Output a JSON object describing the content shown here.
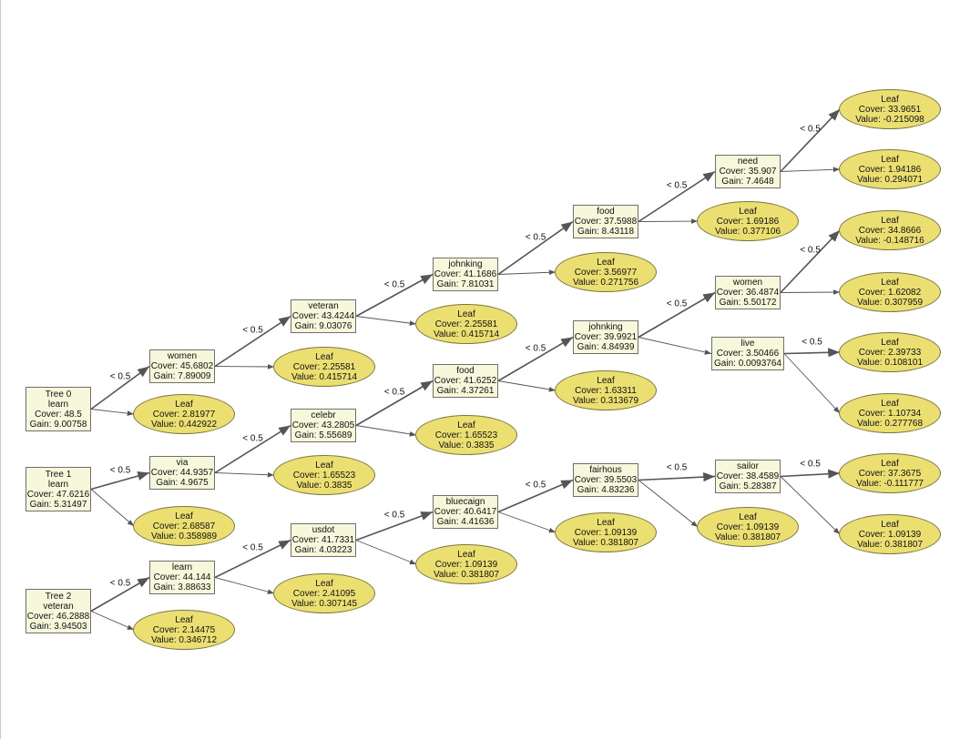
{
  "edge_label": "< 0.5",
  "nodes": {
    "t0": [
      "Tree 0",
      "learn",
      "Cover: 48.5",
      "Gain: 9.00758"
    ],
    "t0_women": [
      "women",
      "Cover: 45.6802",
      "Gain: 7.89009"
    ],
    "t0_leaf_a": [
      "Leaf",
      "Cover: 2.81977",
      "Value: 0.442922"
    ],
    "t0_veteran": [
      "veteran",
      "Cover: 43.4244",
      "Gain: 9.03076"
    ],
    "t0_leaf_b": [
      "Leaf",
      "Cover: 2.25581",
      "Value: 0.415714"
    ],
    "t0_johnking": [
      "johnking",
      "Cover: 41.1686",
      "Gain: 7.81031"
    ],
    "t0_leaf_c": [
      "Leaf",
      "Cover: 2.25581",
      "Value: 0.415714"
    ],
    "t0_food": [
      "food",
      "Cover: 37.5988",
      "Gain: 8.43118"
    ],
    "t0_leaf_d": [
      "Leaf",
      "Cover: 3.56977",
      "Value: 0.271756"
    ],
    "t0_need": [
      "need",
      "Cover: 35.907",
      "Gain: 7.4648"
    ],
    "t0_leaf_e": [
      "Leaf",
      "Cover: 1.69186",
      "Value: 0.377106"
    ],
    "t0_leaf_f": [
      "Leaf",
      "Cover: 33.9651",
      "Value: -0.215098"
    ],
    "t0_leaf_g": [
      "Leaf",
      "Cover: 1.94186",
      "Value: 0.294071"
    ],
    "t1": [
      "Tree 1",
      "learn",
      "Cover: 47.6216",
      "Gain: 5.31497"
    ],
    "t1_via": [
      "via",
      "Cover: 44.9357",
      "Gain: 4.9675"
    ],
    "t1_leaf_a": [
      "Leaf",
      "Cover: 2.68587",
      "Value: 0.358989"
    ],
    "t1_celebr": [
      "celebr",
      "Cover: 43.2805",
      "Gain: 5.55689"
    ],
    "t1_leaf_b": [
      "Leaf",
      "Cover: 1.65523",
      "Value: 0.3835"
    ],
    "t1_food": [
      "food",
      "Cover: 41.6252",
      "Gain: 4.37261"
    ],
    "t1_leaf_c": [
      "Leaf",
      "Cover: 1.65523",
      "Value: 0.3835"
    ],
    "t1_johnking": [
      "johnking",
      "Cover: 39.9921",
      "Gain: 4.84939"
    ],
    "t1_leaf_d": [
      "Leaf",
      "Cover: 1.63311",
      "Value: 0.313679"
    ],
    "t1_women": [
      "women",
      "Cover: 36.4874",
      "Gain: 5.50172"
    ],
    "t1_live": [
      "live",
      "Cover: 3.50466",
      "Gain: 0.0093764"
    ],
    "t1_leaf_e": [
      "Leaf",
      "Cover: 34.8666",
      "Value: -0.148716"
    ],
    "t1_leaf_f": [
      "Leaf",
      "Cover: 1.62082",
      "Value: 0.307959"
    ],
    "t1_leaf_g": [
      "Leaf",
      "Cover: 2.39733",
      "Value: 0.108101"
    ],
    "t1_leaf_h": [
      "Leaf",
      "Cover: 1.10734",
      "Value: 0.277768"
    ],
    "t2": [
      "Tree 2",
      "veteran",
      "Cover: 46.2888",
      "Gain: 3.94503"
    ],
    "t2_learn": [
      "learn",
      "Cover: 44.144",
      "Gain: 3.88633"
    ],
    "t2_leaf_a": [
      "Leaf",
      "Cover: 2.14475",
      "Value: 0.346712"
    ],
    "t2_usdot": [
      "usdot",
      "Cover: 41.7331",
      "Gain: 4.03223"
    ],
    "t2_leaf_b": [
      "Leaf",
      "Cover: 2.41095",
      "Value: 0.307145"
    ],
    "t2_bluecaign": [
      "bluecaign",
      "Cover: 40.6417",
      "Gain: 4.41636"
    ],
    "t2_leaf_c": [
      "Leaf",
      "Cover: 1.09139",
      "Value: 0.381807"
    ],
    "t2_fairhous": [
      "fairhous",
      "Cover: 39.5503",
      "Gain: 4.83236"
    ],
    "t2_leaf_d": [
      "Leaf",
      "Cover: 1.09139",
      "Value: 0.381807"
    ],
    "t2_sailor": [
      "sailor",
      "Cover: 38.4589",
      "Gain: 5.28387"
    ],
    "t2_leaf_e": [
      "Leaf",
      "Cover: 1.09139",
      "Value: 0.381807"
    ],
    "t2_leaf_f": [
      "Leaf",
      "Cover: 37.3675",
      "Value: -0.111777"
    ],
    "t2_leaf_g": [
      "Leaf",
      "Cover: 1.09139",
      "Value: 0.381807"
    ]
  },
  "edges": [
    [
      "t0",
      "t0_women",
      true
    ],
    [
      "t0",
      "t0_leaf_a",
      false
    ],
    [
      "t0_women",
      "t0_veteran",
      true
    ],
    [
      "t0_women",
      "t0_leaf_b",
      false
    ],
    [
      "t0_veteran",
      "t0_johnking",
      true
    ],
    [
      "t0_veteran",
      "t0_leaf_c",
      false
    ],
    [
      "t0_johnking",
      "t0_food",
      true
    ],
    [
      "t0_johnking",
      "t0_leaf_d",
      false
    ],
    [
      "t0_food",
      "t0_need",
      true
    ],
    [
      "t0_food",
      "t0_leaf_e",
      false
    ],
    [
      "t0_need",
      "t0_leaf_f",
      true
    ],
    [
      "t0_need",
      "t0_leaf_g",
      false
    ],
    [
      "t1",
      "t1_via",
      true
    ],
    [
      "t1",
      "t1_leaf_a",
      false
    ],
    [
      "t1_via",
      "t1_celebr",
      true
    ],
    [
      "t1_via",
      "t1_leaf_b",
      false
    ],
    [
      "t1_celebr",
      "t1_food",
      true
    ],
    [
      "t1_celebr",
      "t1_leaf_c",
      false
    ],
    [
      "t1_food",
      "t1_johnking",
      true
    ],
    [
      "t1_food",
      "t1_leaf_d",
      false
    ],
    [
      "t1_johnking",
      "t1_women",
      true
    ],
    [
      "t1_johnking",
      "t1_live",
      false
    ],
    [
      "t1_women",
      "t1_leaf_e",
      true
    ],
    [
      "t1_women",
      "t1_leaf_f",
      false
    ],
    [
      "t1_live",
      "t1_leaf_g",
      true
    ],
    [
      "t1_live",
      "t1_leaf_h",
      false
    ],
    [
      "t2",
      "t2_learn",
      true
    ],
    [
      "t2",
      "t2_leaf_a",
      false
    ],
    [
      "t2_learn",
      "t2_usdot",
      true
    ],
    [
      "t2_learn",
      "t2_leaf_b",
      false
    ],
    [
      "t2_usdot",
      "t2_bluecaign",
      true
    ],
    [
      "t2_usdot",
      "t2_leaf_c",
      false
    ],
    [
      "t2_bluecaign",
      "t2_fairhous",
      true
    ],
    [
      "t2_bluecaign",
      "t2_leaf_d",
      false
    ],
    [
      "t2_fairhous",
      "t2_sailor",
      true
    ],
    [
      "t2_fairhous",
      "t2_leaf_e",
      false
    ],
    [
      "t2_sailor",
      "t2_leaf_f",
      true
    ],
    [
      "t2_sailor",
      "t2_leaf_g",
      false
    ]
  ],
  "colors": {
    "split_fill": "#f7f7dc",
    "leaf_fill": "#ecdf72",
    "edge": "#555555"
  }
}
